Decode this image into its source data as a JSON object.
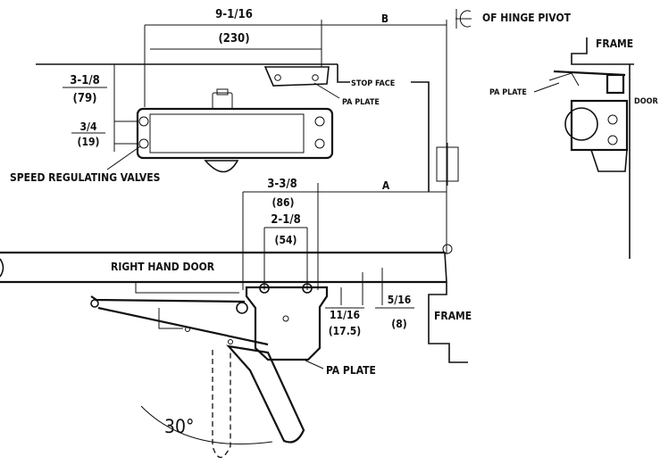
{
  "labels": {
    "dim_b": "B",
    "hinge_pivot": "OF HINGE PIVOT",
    "frame_top": "FRAME",
    "pa_plate_right": "PA PLATE",
    "door_right": "DOOR",
    "stop_face": "STOP FACE",
    "pa_plate_top": "PA PLATE",
    "speed_valves": "SPEED REGULATING VALVES",
    "dim_a": "A",
    "right_hand_door": "RIGHT HAND DOOR",
    "frame_bottom": "FRAME",
    "pa_plate_bottom": "PA PLATE",
    "angle": "30°"
  },
  "dimensions": {
    "d1_in": "9-1/16",
    "d1_mm": "(230)",
    "d2_in": "3-1/8",
    "d2_mm": "(79)",
    "d3_in": "3/4",
    "d3_mm": "(19)",
    "d4_in": "3-3/8",
    "d4_mm": "(86)",
    "d5_in": "2-1/8",
    "d5_mm": "(54)",
    "d6_in": "11/16",
    "d6_mm": "(17.5)",
    "d7_in": "5/16",
    "d7_mm": "(8)"
  }
}
